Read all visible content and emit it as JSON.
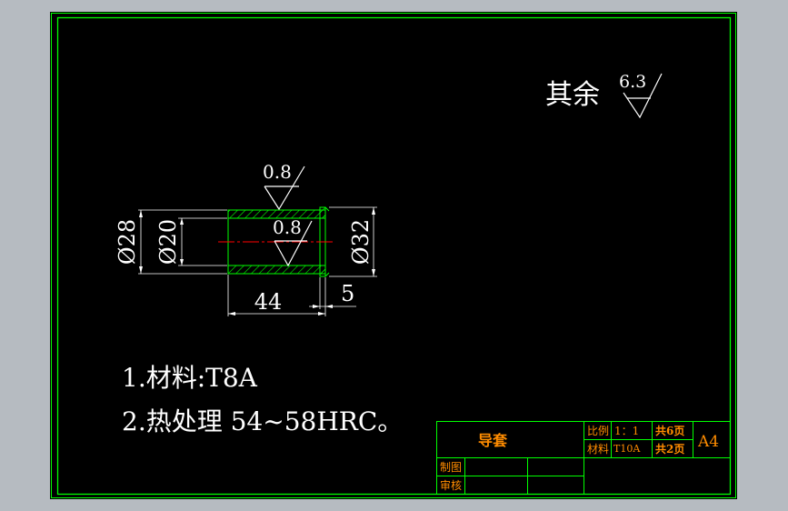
{
  "roughness_note": {
    "prefix": "其余",
    "value": "6.3"
  },
  "roughness_outer": "0.8",
  "roughness_bore": "0.8",
  "dimensions": {
    "outer_diameter": "Ø28",
    "bore_diameter": "Ø20",
    "collar_diameter": "Ø32",
    "length": "44",
    "collar_width": "5"
  },
  "notes": [
    "1.材料:T8A",
    "2.热处理 54~58HRC。"
  ],
  "title_block": {
    "part_name": "导套",
    "scale_label": "比例",
    "scale_value": "1：1",
    "sheet_total": "共6页",
    "material_label": "材料",
    "material_value": "T10A",
    "sheet_count": "共2页",
    "paper_size": "A4",
    "drawn_label": "制图",
    "checked_label": "审核"
  },
  "colors": {
    "background": "#b6bbc1",
    "sheet": "#000000",
    "frame": "#00ff00",
    "outline": "#ffffff",
    "hatch": "#00ff00",
    "centerline": "#ff0000",
    "title_text": "#ff8c00"
  }
}
